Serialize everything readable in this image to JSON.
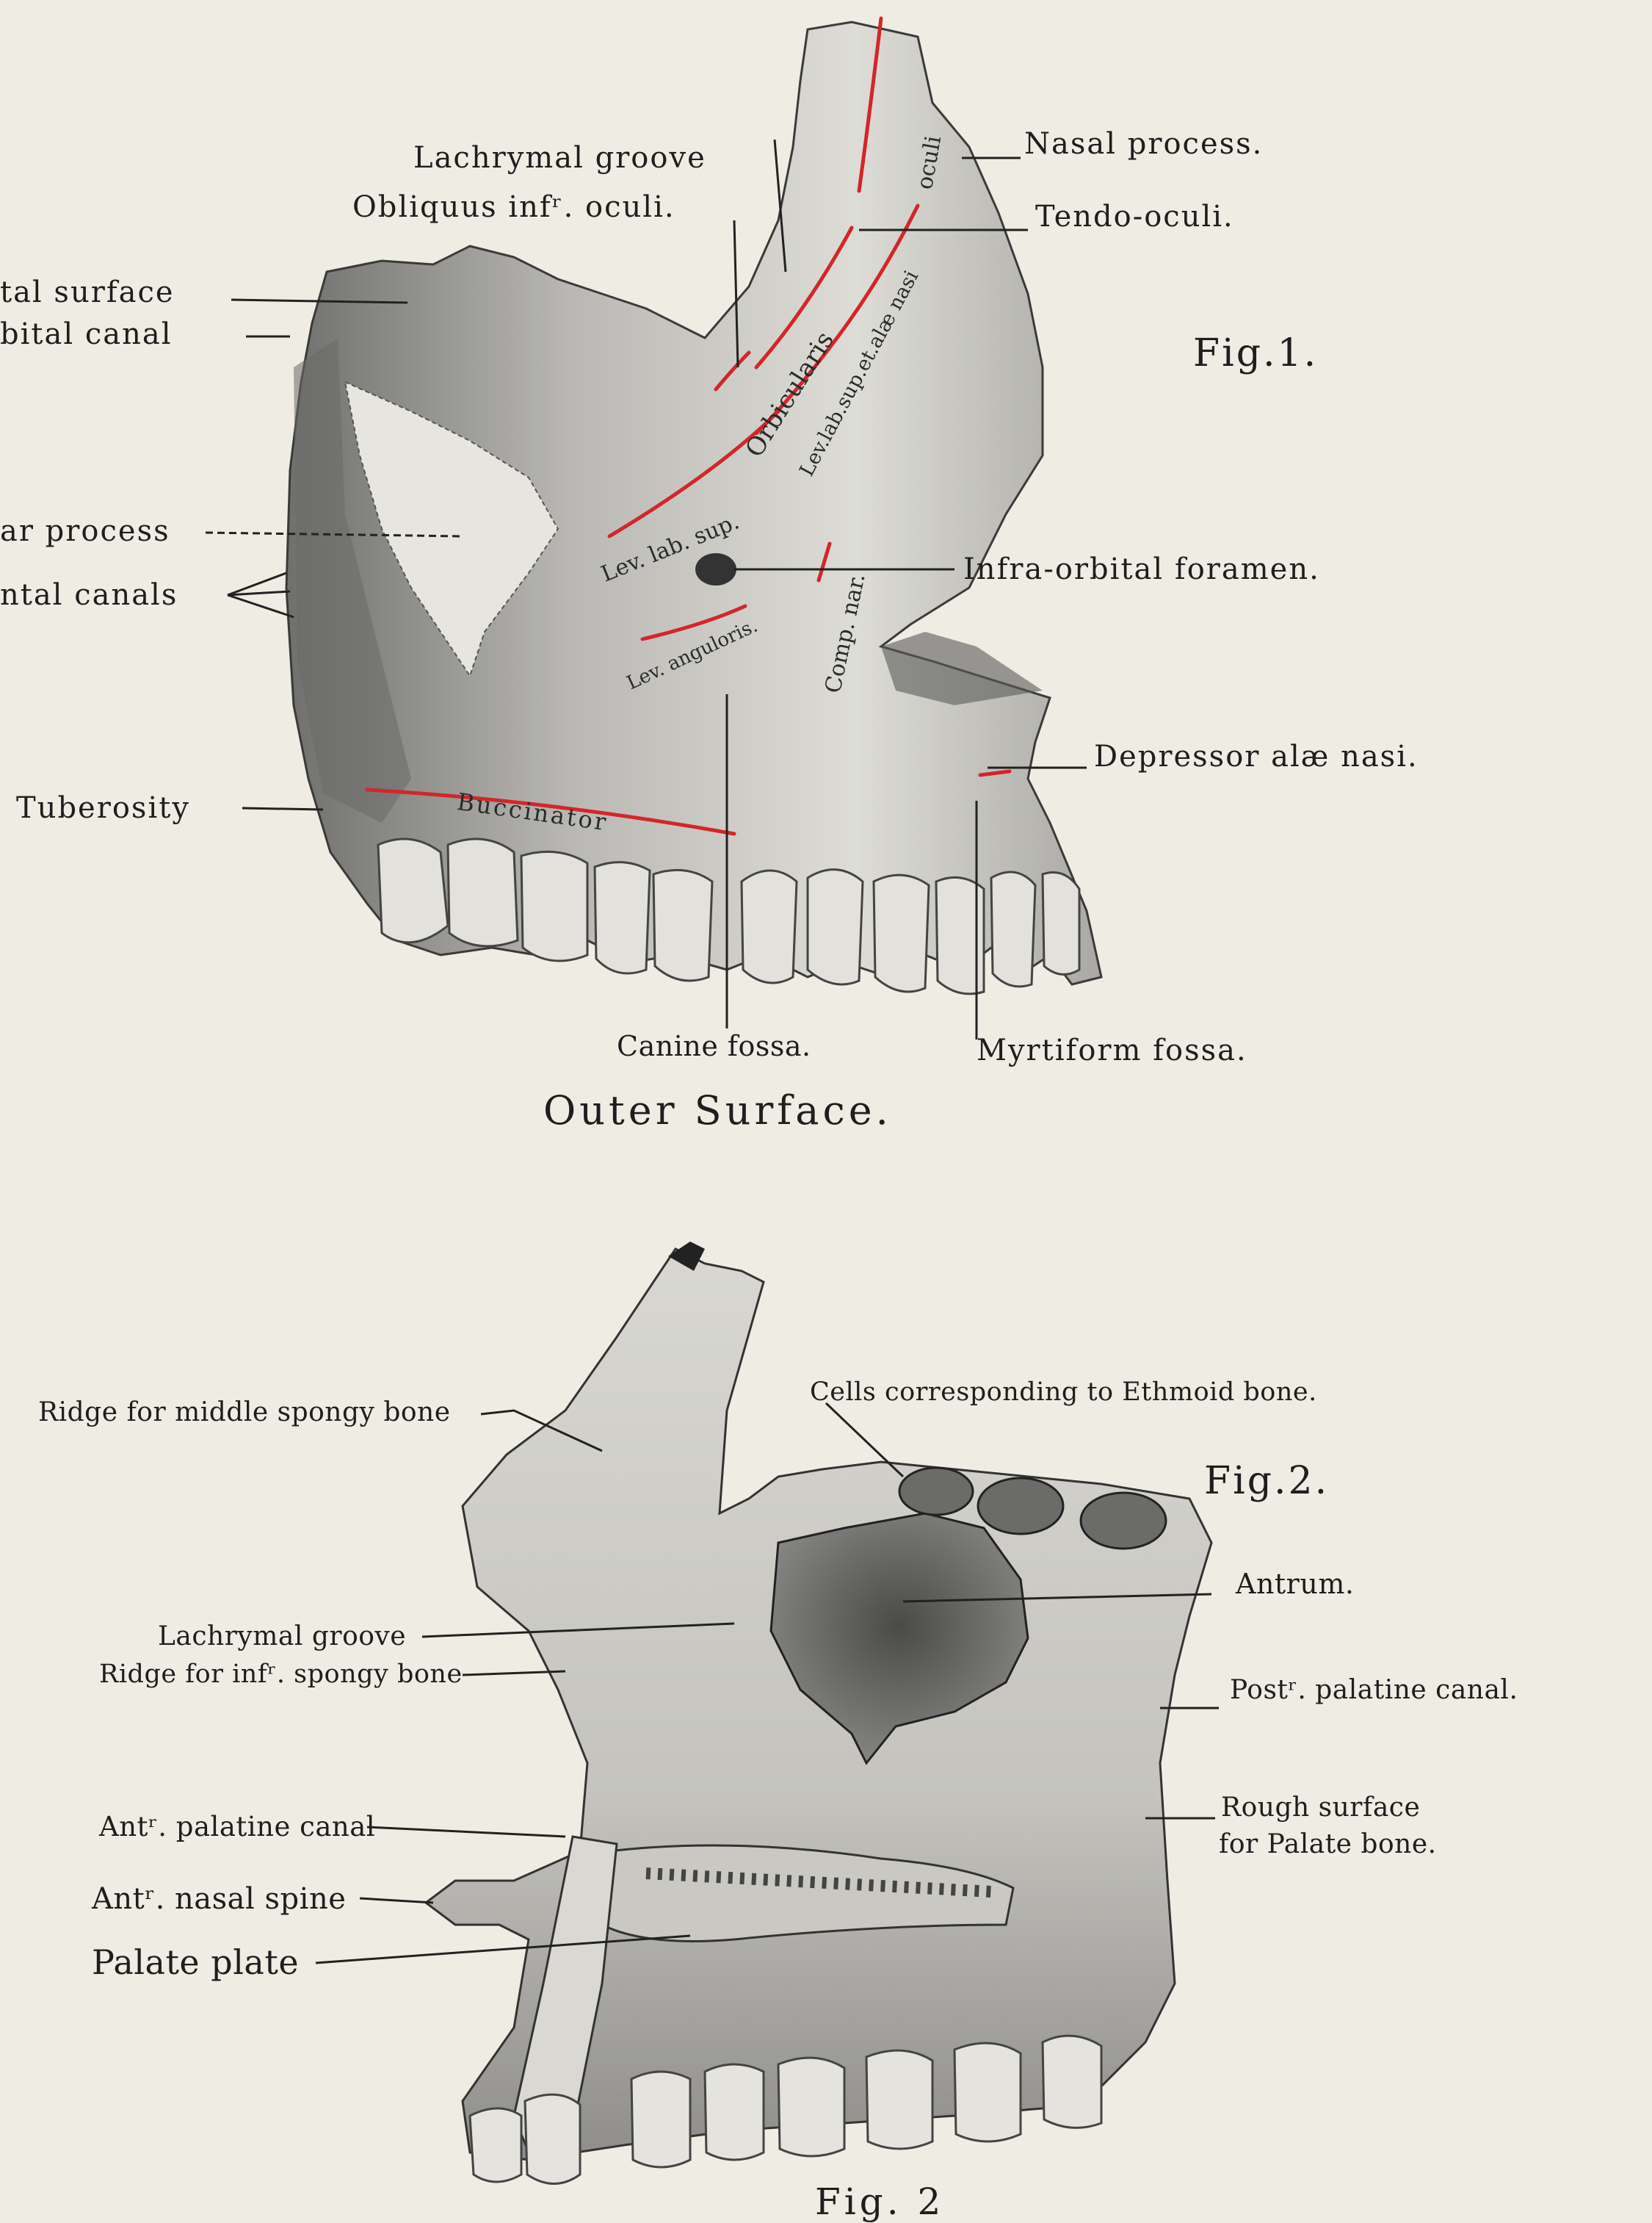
{
  "figure1": {
    "fig_label": "Fig.1.",
    "caption": "Outer Surface.",
    "labels": {
      "lachrymal_groove": "Lachrymal groove",
      "obliquus": "Obliquus infʳ. oculi.",
      "nasal_process": "Nasal process.",
      "tendo_oculi": "Tendo-oculi.",
      "orbital_surface": "tal surface",
      "orbital_canal": "bital canal",
      "malar_process": "ar process",
      "dental_canals": "ntal canals",
      "infra_orbital_foramen": "Infra-orbital foramen.",
      "depressor": "Depressor alæ nasi.",
      "tuberosity": "Tuberosity",
      "canine_fossa": "Canine fossa.",
      "myrtiform_fossa": "Myrtiform fossa."
    },
    "muscle_labels": {
      "oculi": "oculi",
      "orbicularis": "Orbicularis",
      "lev_lab_alaeque": "Lev.lab.sup.et.alæ nasi",
      "lev_lab_sup": "Lev. lab. sup.",
      "lev_anguli": "Lev. anguloris.",
      "comp_nar": "Comp. nar.",
      "buccinator": "Buccinator"
    }
  },
  "figure2": {
    "fig_label": "Fig.2.",
    "labels": {
      "ridge_middle": "Ridge for middle spongy bone",
      "cells_ethmoid": "Cells corresponding to Ethmoid bone.",
      "antrum": "Antrum.",
      "lachrymal_groove": "Lachrymal groove",
      "ridge_inf": "Ridge for infʳ. spongy bone",
      "post_palatine": "Postʳ. palatine canal.",
      "rough_surface_1": "Rough surface",
      "rough_surface_2": "for Palate bone.",
      "ant_palatine": "Antʳ. palatine canal",
      "ant_nasal_spine": "Antʳ. nasal spine",
      "palate_plate": "Palate plate"
    },
    "caption_partial": "Fig. 2"
  },
  "colors": {
    "paper": "#efece4",
    "ink": "#1e1e1e",
    "muscle_attachment": "#d3262a",
    "bone_shade": "#9a9a98"
  }
}
